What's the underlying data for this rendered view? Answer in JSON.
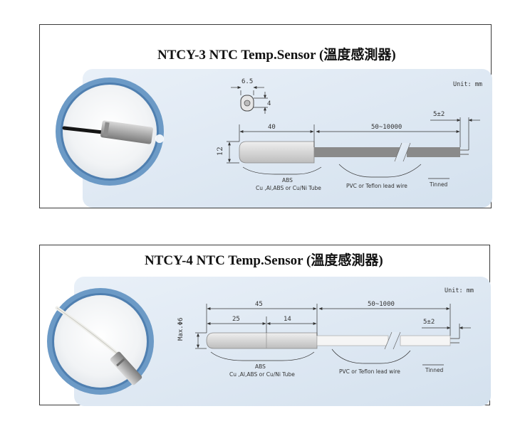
{
  "sensors": [
    {
      "title": "NTCY-3  NTC Temp.Sensor (溫度感測器)",
      "unit": "Unit: mm",
      "dims": {
        "width": "6.5",
        "thickness": "4",
        "diameter": "12",
        "length": "40",
        "lead": "50~10000",
        "strip": "5±2"
      },
      "labels": {
        "material": "ABS",
        "tube": "Cu ,Al,ABS or Cu/Ni Tube",
        "wire": "PVC or Teflon lead wire",
        "tinned": "Tinned"
      }
    },
    {
      "title": "NTCY-4  NTC Temp.Sensor (溫度感測器)",
      "unit": "Unit: mm",
      "dims": {
        "total": "45",
        "seg1": "25",
        "seg2": "14",
        "lead": "50~1000",
        "strip": "5±2",
        "diameter": "Max.Φ6"
      },
      "labels": {
        "material": "ABS",
        "tube": "Cu ,Al,ABS or Cu/Ni Tube",
        "wire": "PVC or Teflon lead wire",
        "tinned": "Tinned"
      }
    }
  ],
  "colors": {
    "panel": "#dbe6f2",
    "circle_ring": "#6c9ac6",
    "probe": "#dcdcdc",
    "wire_grey": "#8a8a8a",
    "wire_white": "#f5f5f5"
  }
}
